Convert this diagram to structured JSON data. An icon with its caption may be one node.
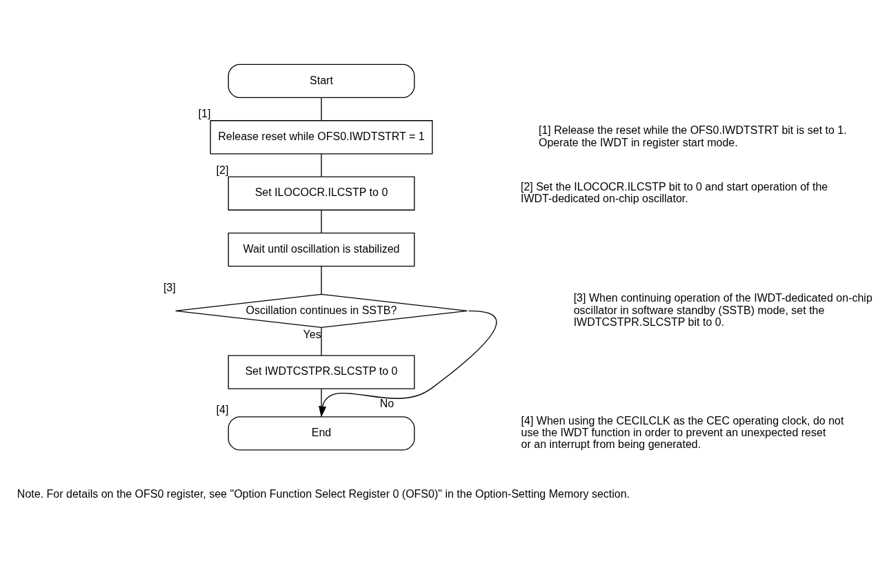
{
  "diagram": {
    "nodes": [
      {
        "text": [
          "Start"
        ]
      },
      {
        "text": [
          "Release reset while OFS0.IWDTSTRT = 1"
        ],
        "beside": [
          "[1]"
        ]
      },
      {
        "text": [
          "Set ILOCOCR.ILCSTP to 0"
        ],
        "beside": [
          "[2]"
        ]
      },
      {
        "text": [
          "Wait until oscillation is stabilized"
        ]
      },
      {
        "text": [
          "Oscillation continues in SSTB?"
        ],
        "beside": [
          "[3]"
        ]
      },
      {
        "text": [
          "Set IWDTCSTPR.SLCSTP to 0"
        ]
      },
      {
        "text": [
          "End"
        ],
        "beside": [
          "[4]"
        ]
      }
    ],
    "edges": [
      {
        "from": 0,
        "to": 1,
        "arrow": "none"
      },
      {
        "from": 1,
        "to": 2,
        "arrow": "none"
      },
      {
        "from": 2,
        "to": 3,
        "arrow": "none"
      },
      {
        "from": 3,
        "to": 4,
        "arrow": "none"
      },
      {
        "from": 4,
        "to": 5,
        "arrow": "none",
        "label": "Yes"
      },
      {
        "from": 5,
        "to": 6,
        "arrow": "none"
      },
      {
        "from": 4,
        "to": 6,
        "arrow": "to",
        "label": "No"
      }
    ],
    "labels": [
      "[1] Release the reset while the OFS0.IWDTSTRT bit is set to 1. Operate the IWDT in register start mode.",
      "[2] Set the ILOCOCR.ILCSTP bit to 0 and start operation of the IWDT-dedicated on-chip oscillator.",
      "[3] When continuing operation of the IWDT-dedicated on-chip oscillator in software standby (SSTB) mode, set the IWDTCSTPR.SLCSTP bit to 0.",
      "[4] When using the CECILCLK as the CEC operating clock, do not use the IWDT function in order to prevent an unexpected reset or an interrupt from being generated.",
      "Note. For details on the OFS0 register, see \"Option Function Select Register 0 (OFS0)\" in the Option-Setting Memory section."
    ]
  }
}
